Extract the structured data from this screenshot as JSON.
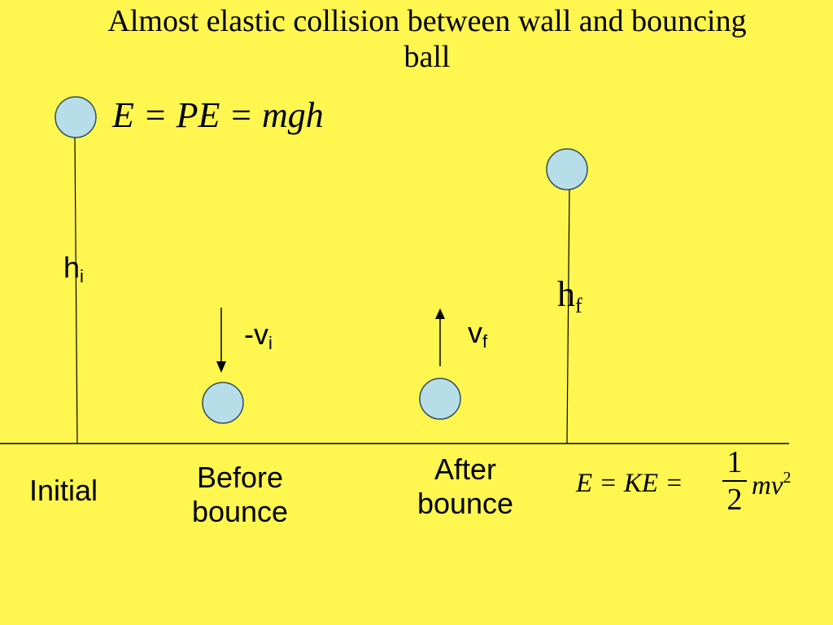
{
  "title": "Almost elastic collision between wall and bouncing ball",
  "equations": {
    "potential": "E = PE = mgh",
    "kinetic_lhs": "E = KE = ",
    "kinetic_num": "1",
    "kinetic_den": "2",
    "kinetic_rhs": "mv",
    "kinetic_exp": "2"
  },
  "symbols": {
    "h_initial": {
      "base": "h",
      "sub": "i"
    },
    "v_initial": {
      "base": "-v",
      "sub": "i"
    },
    "v_final": {
      "base": "v",
      "sub": "f"
    },
    "h_final": {
      "base": "h",
      "sub": "f"
    }
  },
  "stage_labels": {
    "initial": "Initial",
    "before": "Before bounce",
    "after": "After bounce"
  },
  "colors": {
    "background": "#FFF64F",
    "ball_fill": "#B7DDE8",
    "ball_stroke": "#2F4F5F",
    "line": "#000000"
  }
}
